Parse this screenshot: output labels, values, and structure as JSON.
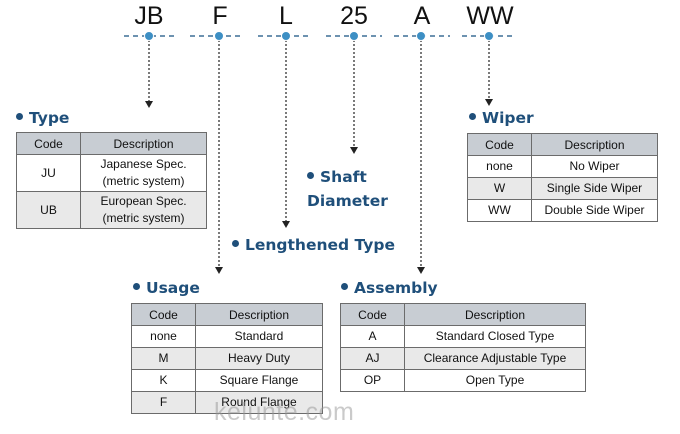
{
  "model_code": {
    "parts": [
      "JB",
      "F",
      "L",
      "25",
      "A",
      "WW"
    ]
  },
  "type": {
    "title": "Type",
    "headers": [
      "Code",
      "Description"
    ],
    "rows": [
      [
        "JU",
        "Japanese Spec. (metric system)"
      ],
      [
        "UB",
        "European Spec. (metric system)"
      ]
    ]
  },
  "usage": {
    "title": "Usage",
    "headers": [
      "Code",
      "Description"
    ],
    "rows": [
      [
        "none",
        "Standard"
      ],
      [
        "M",
        "Heavy Duty"
      ],
      [
        "K",
        "Square Flange"
      ],
      [
        "F",
        "Round Flange"
      ]
    ]
  },
  "lengthened": {
    "title": "Lengthened Type"
  },
  "shaft": {
    "title": "Shaft Diameter"
  },
  "assembly": {
    "title": "Assembly",
    "headers": [
      "Code",
      "Description"
    ],
    "rows": [
      [
        "A",
        "Standard Closed Type"
      ],
      [
        "AJ",
        "Clearance Adjustable Type"
      ],
      [
        "OP",
        "Open Type"
      ]
    ]
  },
  "wiper": {
    "title": "Wiper",
    "headers": [
      "Code",
      "Description"
    ],
    "rows": [
      [
        "none",
        "No Wiper"
      ],
      [
        "W",
        "Single Side Wiper"
      ],
      [
        "WW",
        "Double Side Wiper"
      ]
    ]
  },
  "watermark": "kelunte.com",
  "colors": {
    "heading": "#1f4f7a",
    "connector": "#3d6f96",
    "header_bg": "#c8cdd3",
    "alt_row_bg": "#e9e9e9"
  }
}
